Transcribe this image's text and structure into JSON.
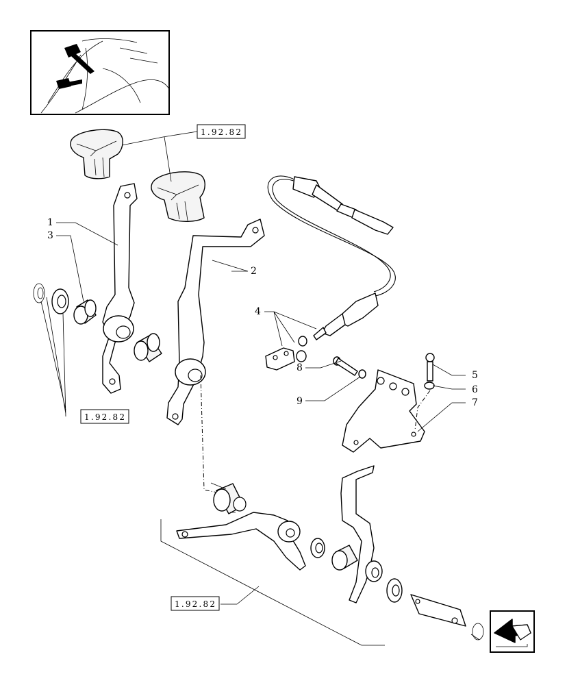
{
  "diagram": {
    "callouts": [
      "1",
      "3",
      "2",
      "4",
      "8",
      "9",
      "5",
      "6",
      "7"
    ],
    "references": [
      "1.92.82",
      "1.92.82",
      "1.92.82"
    ]
  },
  "icons": {
    "thumbnail": "tractor-cab-levers-thumbnail",
    "nav": "next-page-arrow-icon"
  }
}
